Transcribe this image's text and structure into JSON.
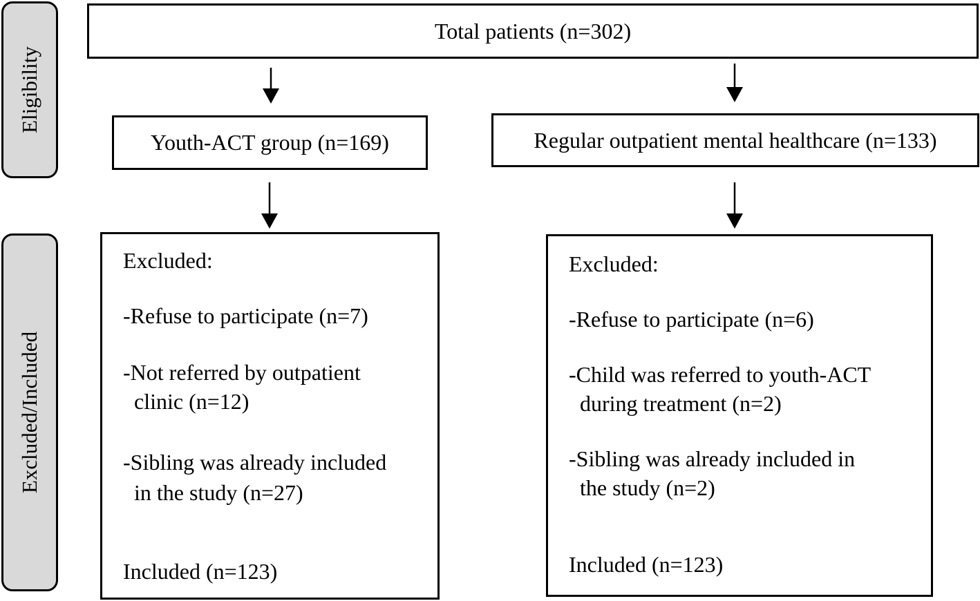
{
  "stages": {
    "eligibility": "Eligibility",
    "excluded_included": "Excluded/Included"
  },
  "total": "Total patients (n=302)",
  "left_group": "Youth-ACT group (n=169)",
  "right_group": "Regular outpatient mental healthcare (n=133)",
  "left_box": {
    "heading": "Excluded:",
    "item1": "-Refuse to participate (n=7)",
    "item2_line1": "-Not referred by outpatient",
    "item2_line2": "clinic (n=12)",
    "item3_line1": "-Sibling was already included",
    "item3_line2": "in the study (n=27)",
    "included": "Included (n=123)"
  },
  "right_box": {
    "heading": "Excluded:",
    "item1": "-Refuse to participate (n=6)",
    "item2_line1": "-Child was referred to youth-ACT",
    "item2_line2": "during treatment (n=2)",
    "item3_line1": "-Sibling was already included in",
    "item3_line2": "the study (n=2)",
    "included": "Included (n=123)"
  }
}
